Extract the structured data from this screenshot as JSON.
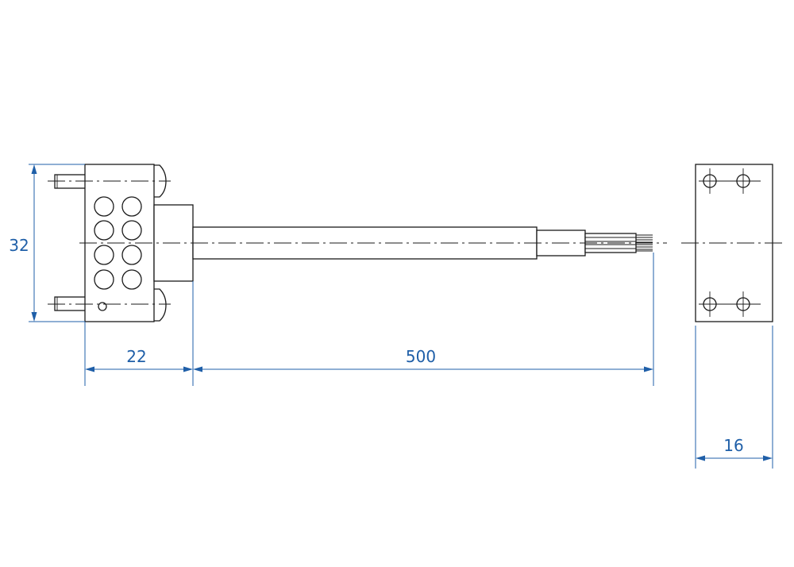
{
  "dimensions": {
    "height_32": "32",
    "length_22": "22",
    "length_500": "500",
    "width_16": "16"
  },
  "colors": {
    "dimension_line": "#1f5fa8",
    "outline": "#1a1a1a"
  }
}
